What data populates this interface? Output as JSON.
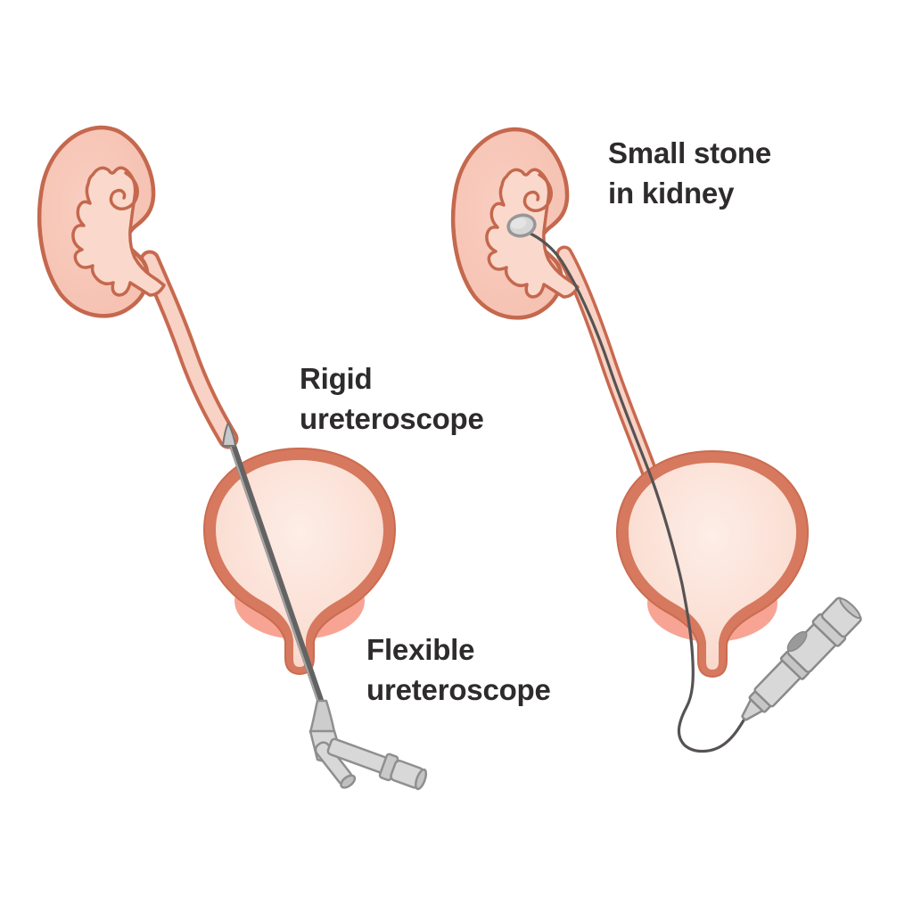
{
  "diagram": {
    "kind": "medical illustration — ureteroscopy (kidney, ureter, bladder)",
    "labels": {
      "small_stone": "Small stone\nin kidney",
      "rigid": "Rigid\nureteroscope",
      "flexible": "Flexible\nureteroscope"
    },
    "colors": {
      "background": "#FFFFFF",
      "kidney_fill": "#F7C5B7",
      "organ_outline": "#C4684E",
      "renal_pelvis_fill": "#FAD9CC",
      "ureter_lumen": "#F8D2C4",
      "bladder_wall": "#D6795F",
      "bladder_lumen_light": "#FBDFD4",
      "prostate": "#F7A495",
      "stone_fill": "#D7D7D7",
      "stone_outline": "#979797",
      "instrument_gray": "#D8D8D8",
      "instrument_outline": "#8A8A8A",
      "rigid_rod": "#636363",
      "flexible_cable": "#575354",
      "text": "#2E2B2C"
    }
  }
}
